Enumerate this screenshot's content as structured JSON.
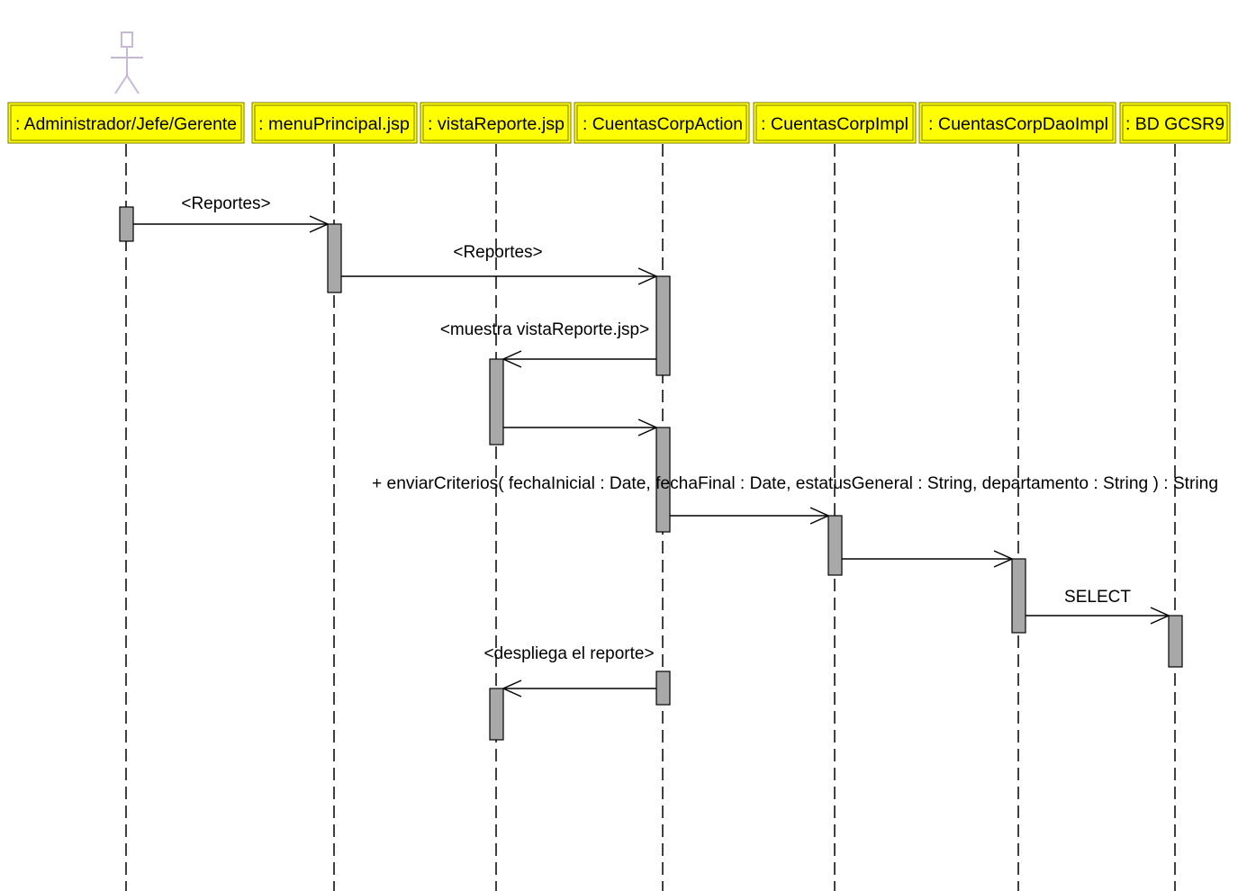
{
  "lifelines": [
    {
      "id": "admin",
      "label": ": Administrador/Jefe/Gerente"
    },
    {
      "id": "menu",
      "label": ": menuPrincipal.jsp"
    },
    {
      "id": "vista",
      "label": ": vistaReporte.jsp"
    },
    {
      "id": "action",
      "label": ": CuentasCorpAction"
    },
    {
      "id": "impl",
      "label": ": CuentasCorpImpl"
    },
    {
      "id": "dao",
      "label": ": CuentasCorpDaoImpl"
    },
    {
      "id": "bd",
      "label": ": BD GCSR9"
    }
  ],
  "messages": [
    {
      "from": "admin",
      "to": "menu",
      "label": "<Reportes>"
    },
    {
      "from": "menu",
      "to": "action",
      "label": "<Reportes>"
    },
    {
      "from": "action",
      "to": "vista",
      "label": "<muestra vistaReporte.jsp>"
    },
    {
      "from": "vista",
      "to": "action",
      "label": ""
    },
    {
      "from": "action",
      "to": "impl",
      "label": "+ enviarCriterios( fechaInicial : Date, fechaFinal : Date, estatusGeneral : String, departamento : String ) : String"
    },
    {
      "from": "impl",
      "to": "dao",
      "label": ""
    },
    {
      "from": "dao",
      "to": "bd",
      "label": "SELECT"
    },
    {
      "from": "action",
      "to": "vista",
      "label": "<despliega el reporte>"
    }
  ],
  "colors": {
    "lifeline_header": "#ffff00",
    "activation_bar": "#a8a8a8",
    "actor_figure": "#c8b8d8"
  }
}
